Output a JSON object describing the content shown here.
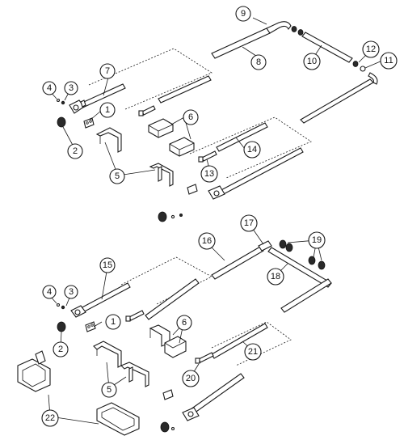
{
  "callouts": {
    "c1a": "1",
    "c2a": "2",
    "c3a": "3",
    "c4a": "4",
    "c5a": "5",
    "c6a": "6",
    "c7": "7",
    "c8": "8",
    "c9": "9",
    "c10": "10",
    "c11": "11",
    "c12": "12",
    "c13": "13",
    "c14": "14",
    "c1b": "1",
    "c2b": "2",
    "c3b": "3",
    "c4b": "4",
    "c5b": "5",
    "c6b": "6",
    "c15": "15",
    "c16": "16",
    "c17": "17",
    "c18": "18",
    "c19": "19",
    "c20": "20",
    "c21": "21",
    "c22": "22"
  }
}
